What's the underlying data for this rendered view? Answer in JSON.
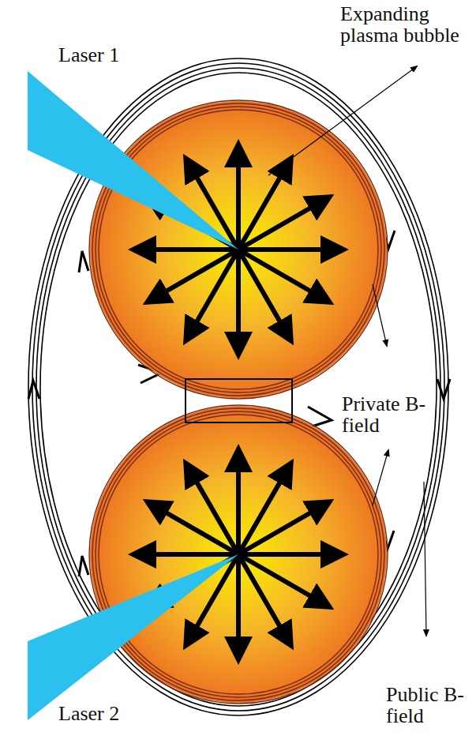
{
  "diagram": {
    "labels": [
      "Expanding plasma bubble",
      "Laser 1",
      "Private B-field",
      "Public B-field",
      "Laser 2"
    ]
  }
}
